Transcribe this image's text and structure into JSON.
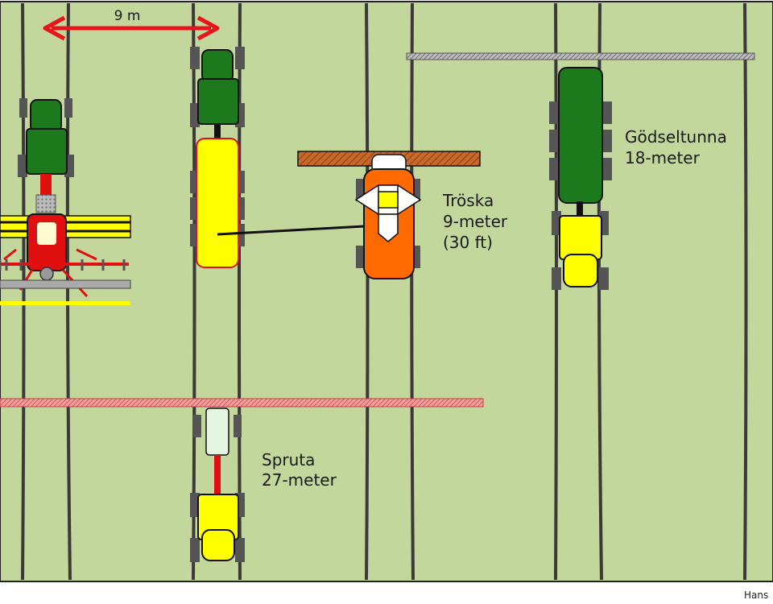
{
  "colors": {
    "field": "#c3d69b",
    "track": "#3a3a3a",
    "dimension_arrow": "#e8141b",
    "tractor_green": "#1c7a1c",
    "implement_yellow": "#ffff00",
    "combine_orange": "#ff6a00",
    "header_brown": "#c8692c",
    "tank_green": "#1c7a1c",
    "sprayer_boom": "#e58080",
    "spreader_red": "#e01010",
    "tire": "#555555"
  },
  "labels": {
    "spacing": "9 m",
    "combine_name": "Tröska",
    "combine_width": "9-meter",
    "combine_feet": "(30 ft)",
    "slurry_name": "Gödseltunna",
    "slurry_width": "18-meter",
    "sprayer_name": "Spruta",
    "sprayer_width": "27-meter",
    "credit": "Hans"
  },
  "icons": [
    "double-arrow-icon",
    "tractor-icon",
    "trailer-icon",
    "combine-icon",
    "slurry-tanker-icon",
    "sprayer-icon",
    "spreader-icon"
  ]
}
